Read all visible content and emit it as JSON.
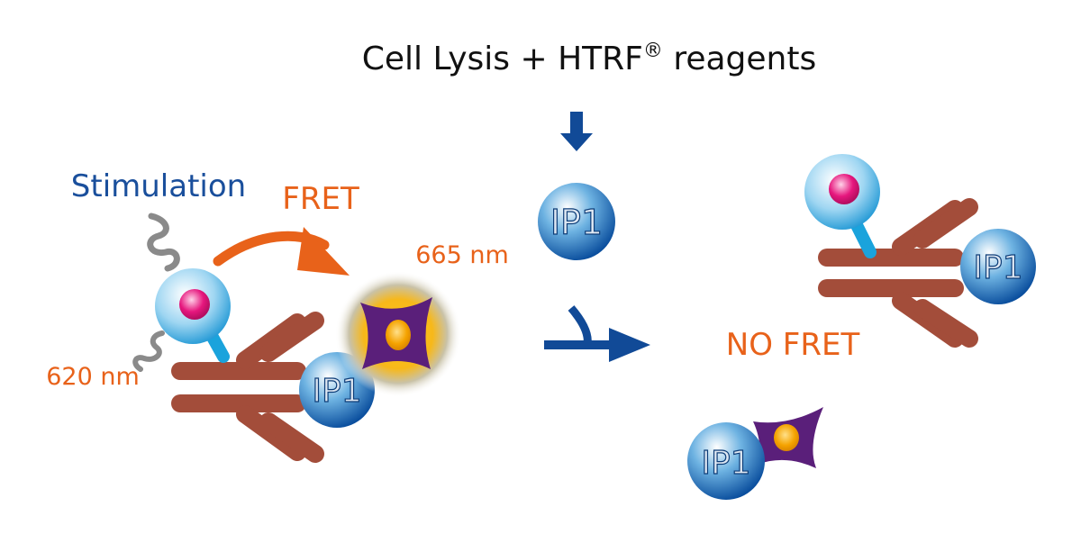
{
  "header": {
    "title": "Cell Lysis + HTRF",
    "registered_mark": "®",
    "title_suffix": " reagents"
  },
  "labels": {
    "stimulation": "Stimulation",
    "fret": "FRET",
    "nm_665": "665 nm",
    "nm_620": "620 nm",
    "no_fret": "NO FRET"
  },
  "molecules": {
    "ip1_bound_left": "IP1",
    "ip1_free_top": "IP1",
    "ip1_bound_right": "IP1",
    "ip1_acceptor_pair": "IP1"
  },
  "colors": {
    "title_text": "#111111",
    "stimulation_text": "#1a4f9c",
    "orange_accent": "#e8621a",
    "antibody_brown": "#a34d3a",
    "arrow_blue": "#114a97",
    "acceptor_purple": "#5a1f7a",
    "acceptor_core": "#f5a300",
    "donor_pink": "#e6177e",
    "donor_blue": "#1aa3dc",
    "squiggle_gray": "#8a8a8a"
  }
}
